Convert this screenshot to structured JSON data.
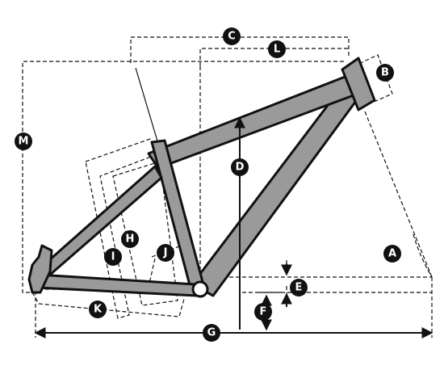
{
  "labels": {
    "A": "A",
    "B": "B",
    "C": "C",
    "D": "D",
    "E": "E",
    "F": "F",
    "G": "G",
    "H": "H",
    "I": "I",
    "J": "J",
    "K": "K",
    "L": "L",
    "M": "M"
  },
  "colors": {
    "frame_fill": "#9a9a9a",
    "outline": "#111111",
    "badge": "#111111",
    "badge_text": "#ffffff",
    "background": "#ffffff"
  }
}
